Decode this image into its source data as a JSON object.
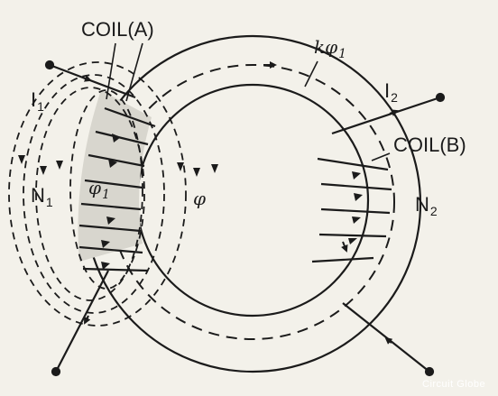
{
  "labels": {
    "coil_a": "COIL(A)",
    "coil_b": "COIL(B)",
    "k_phi1": {
      "main": "kφ",
      "sub": "1"
    },
    "i1": {
      "main": "I",
      "sub": "1"
    },
    "i2": {
      "main": "I",
      "sub": "2"
    },
    "n1": {
      "main": "N",
      "sub": "1"
    },
    "n2": {
      "main": "N",
      "sub": "2"
    },
    "phi1": {
      "main": "φ",
      "sub": "1"
    },
    "phi": "φ"
  },
  "watermark": "Circuit Globe",
  "colors": {
    "ink": "#1b1b1b",
    "paper": "#f3f1ea"
  }
}
